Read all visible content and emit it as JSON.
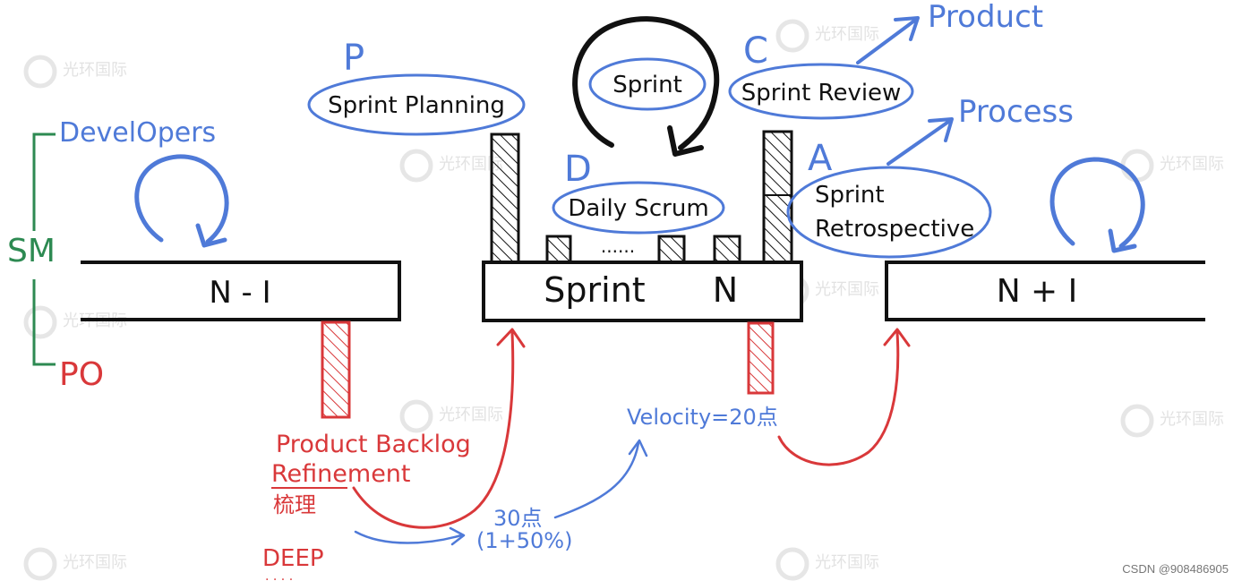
{
  "roles": {
    "developers": "DevelOpers",
    "sm": "SM",
    "po": "PO"
  },
  "sprints": {
    "prev": "N - I",
    "current_word": "Sprint",
    "current_n": "N",
    "next": "N + I"
  },
  "events": {
    "p_letter": "P",
    "planning": "Sprint Planning",
    "sprint_loop": "Sprint",
    "d_letter": "D",
    "daily": "Daily Scrum",
    "dots": "......",
    "c_letter": "C",
    "review": "Sprint Review",
    "a_letter": "A",
    "retro_line1": "Sprint",
    "retro_line2": "Retrospective",
    "product": "Product",
    "process": "Process"
  },
  "backlog": {
    "line1": "Product Backlog",
    "line2": "Refinement",
    "chinese": "梳理",
    "deep": "DEEP",
    "deep_dots": ". . . ."
  },
  "velocity": {
    "label": "Velocity=20点",
    "points": "30点",
    "formula": "(1+50%)"
  },
  "watermark": {
    "brand": "光环国际",
    "footer": "CSDN @908486905"
  },
  "colors": {
    "ink": "#111111",
    "blue": "#4f7ad8",
    "red": "#d9383a",
    "green": "#2d8a52"
  }
}
